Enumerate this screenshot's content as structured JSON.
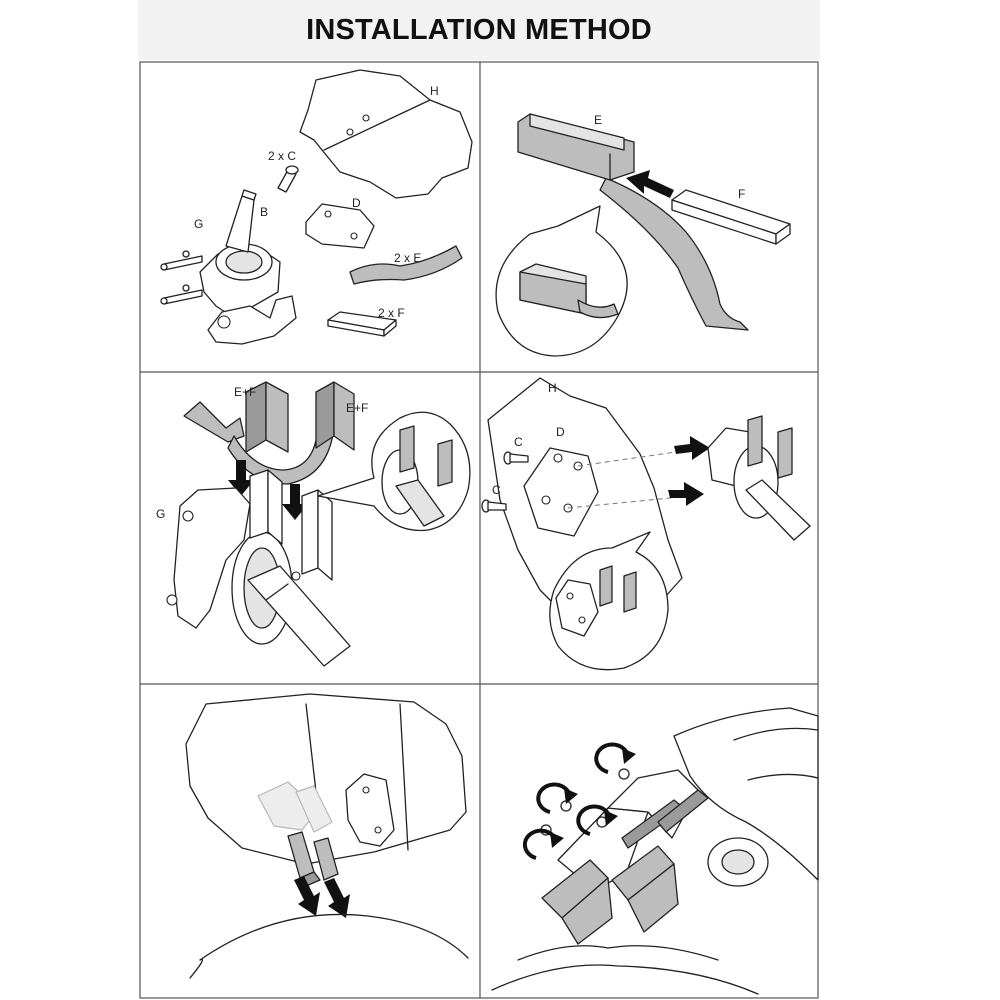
{
  "header": {
    "title": "INSTALLATION METHOD"
  },
  "labels": {
    "H": "H",
    "two_x_C": "2 x C",
    "B": "B",
    "D": "D",
    "G": "G",
    "two_x_E": "2 x E",
    "two_x_F": "2 x F",
    "E": "E",
    "F": "F",
    "E_plus_F": "E+F",
    "C": "C"
  },
  "colors": {
    "header_bg": "#f2f2f2",
    "part_grey": "#bdbdbd",
    "arrow": "#111111"
  }
}
